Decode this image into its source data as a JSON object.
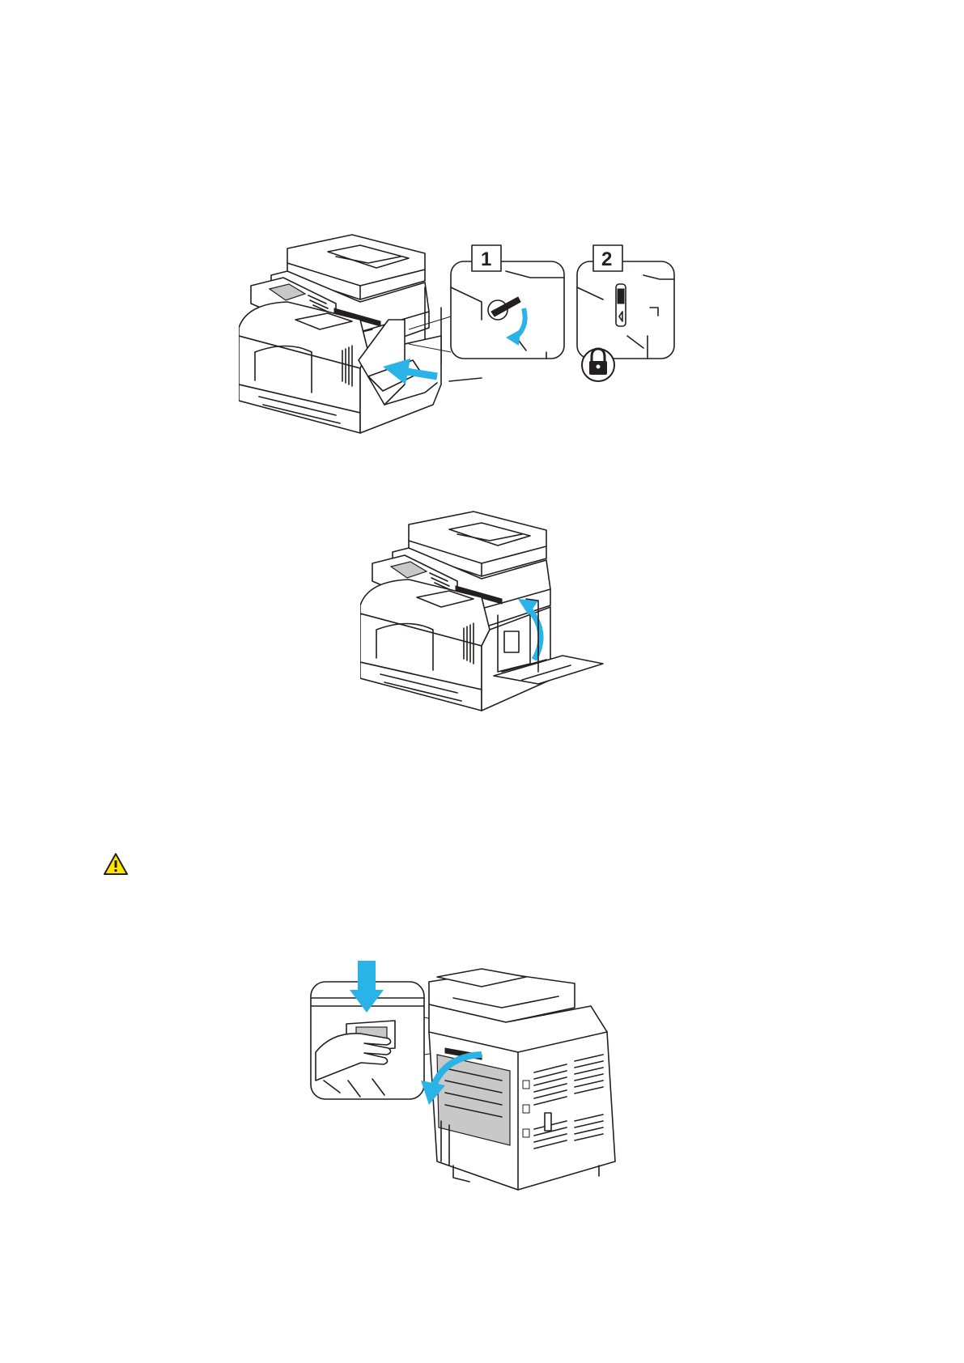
{
  "figures": [
    {
      "id": "figure-1",
      "icons": [
        "printer-front-right-icon",
        "cleaning-rod-arrow-icon",
        "lock-icon"
      ],
      "callouts": [
        "1",
        "2"
      ],
      "colors": {
        "arrow": "#2ab3e6",
        "line": "#231f20"
      }
    },
    {
      "id": "figure-2",
      "icons": [
        "printer-front-right-icon",
        "rotate-arrow-icon"
      ],
      "colors": {
        "arrow": "#2ab3e6",
        "line": "#231f20"
      }
    },
    {
      "id": "figure-3",
      "icons": [
        "printer-rear-icon",
        "push-down-arrow-icon",
        "open-door-arrow-icon",
        "hand-icon"
      ],
      "colors": {
        "arrow": "#2ab3e6",
        "line": "#231f20"
      }
    }
  ],
  "warning": {
    "icon": "warning-triangle-icon",
    "colors": {
      "fill": "#ffe600",
      "stroke": "#231f20"
    }
  }
}
